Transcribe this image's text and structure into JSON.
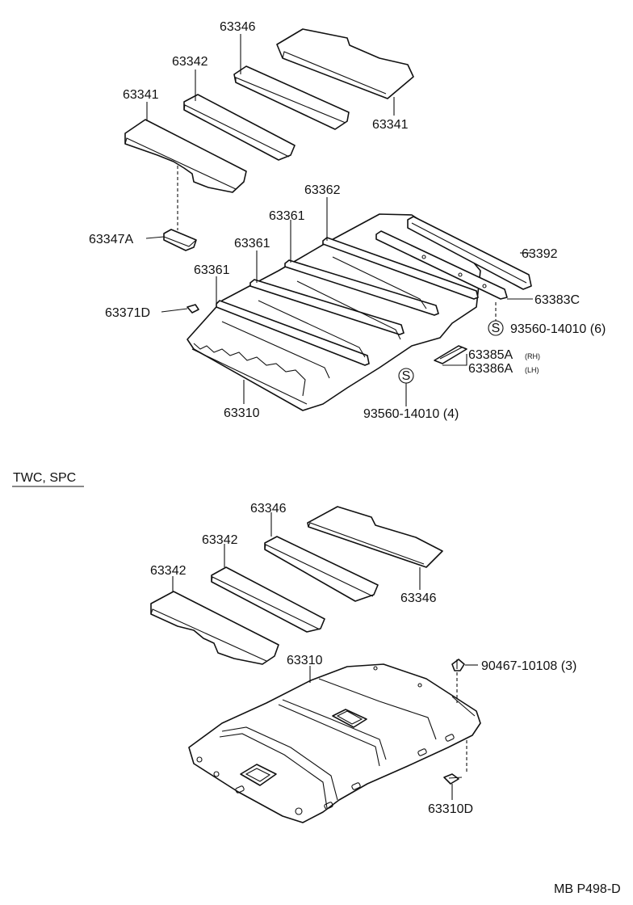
{
  "diagram": {
    "callouts": {
      "upper_63346": "63346",
      "upper_63342": "63342",
      "upper_63341_left": "63341",
      "upper_63341_right": "63341",
      "upper_63347a": "63347A",
      "upper_63362": "63362",
      "upper_63361_a": "63361",
      "upper_63361_b": "63361",
      "upper_63361_c": "63361",
      "upper_63392": "63392",
      "upper_63371d": "63371D",
      "upper_63383c": "63383C",
      "upper_screw_6": "93560-14010 (6)",
      "upper_63385a": "63385A",
      "upper_63385a_side": "(RH)",
      "upper_63386a": "63386A",
      "upper_63386a_side": "(LH)",
      "upper_63310": "63310",
      "upper_screw_4": "93560-14010 (4)",
      "screw_symbol": "S",
      "lower_63346_left": "63346",
      "lower_63346_right": "63346",
      "lower_63342_mid": "63342",
      "lower_63342_left": "63342",
      "lower_63310": "63310",
      "lower_clip": "90467-10108 (3)",
      "lower_63310d": "63310D"
    },
    "section_heading": "TWC, SPC",
    "page_code": "MB P498-D"
  }
}
